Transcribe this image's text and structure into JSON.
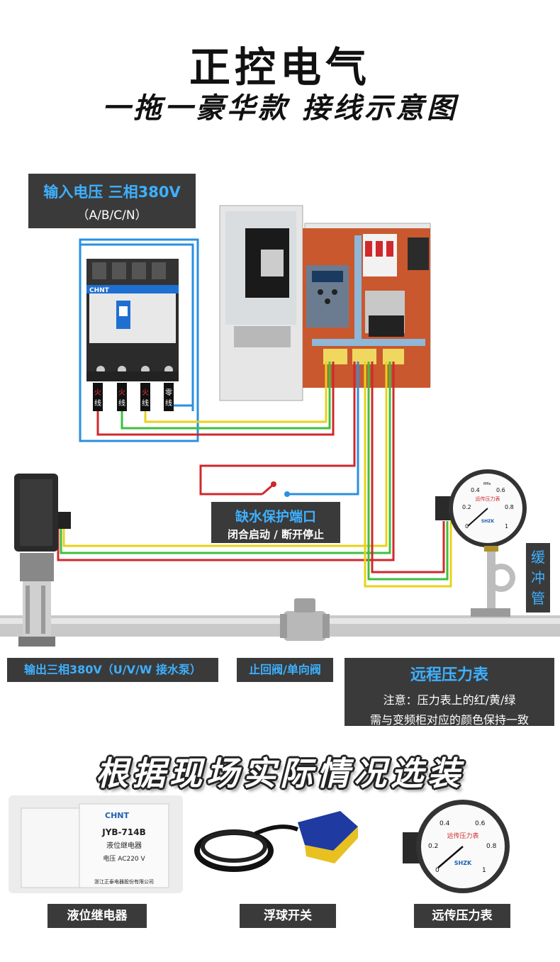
{
  "header": {
    "title": "正控电气",
    "subtitle": "一拖一豪华款 接线示意图"
  },
  "input_box": {
    "line1": "输入电压 三相380V",
    "line2": "（A/B/C/N）"
  },
  "breaker": {
    "brand": "CHNT",
    "terminals": [
      {
        "top": "火",
        "bottom": "线"
      },
      {
        "top": "火",
        "bottom": "线"
      },
      {
        "top": "火",
        "bottom": "线"
      },
      {
        "top": "零",
        "bottom": "线"
      }
    ]
  },
  "water_protect": {
    "line1": "缺水保护端口",
    "line2": "闭合启动 / 断开停止"
  },
  "buffer": {
    "c1": "缓",
    "c2": "冲",
    "c3": "管"
  },
  "gauge": {
    "brand": "SHZK",
    "title": "远传压力表",
    "unit": "MPa",
    "ticks": [
      "0",
      "0.2",
      "0.4",
      "0.6",
      "0.8",
      "1"
    ]
  },
  "captions": {
    "pump": "输出三相380V（U/V/W 接水泵）",
    "valve": "止回阀/单向阀",
    "remote_title": "远程压力表",
    "remote_note1": "注意：压力表上的红/黄/绿",
    "remote_note2": "需与变频柜对应的颜色保持一致"
  },
  "options": {
    "heading": "根据现场实际情况选装",
    "relay": {
      "brand": "CHNT",
      "model": "JYB-714B",
      "name": "液位继电器",
      "voltage": "电压 AC220 V",
      "maker": "浙江正泰电器股份有限公司",
      "caption": "液位继电器"
    },
    "float_caption": "浮球开关",
    "gauge_caption": "远传压力表"
  },
  "colors": {
    "red": "#d0282c",
    "yellow": "#e8d21a",
    "green": "#3fbf3f",
    "blue": "#2a8fe0",
    "dark": "#3a3a3a",
    "accent_text": "#3db0ff"
  }
}
